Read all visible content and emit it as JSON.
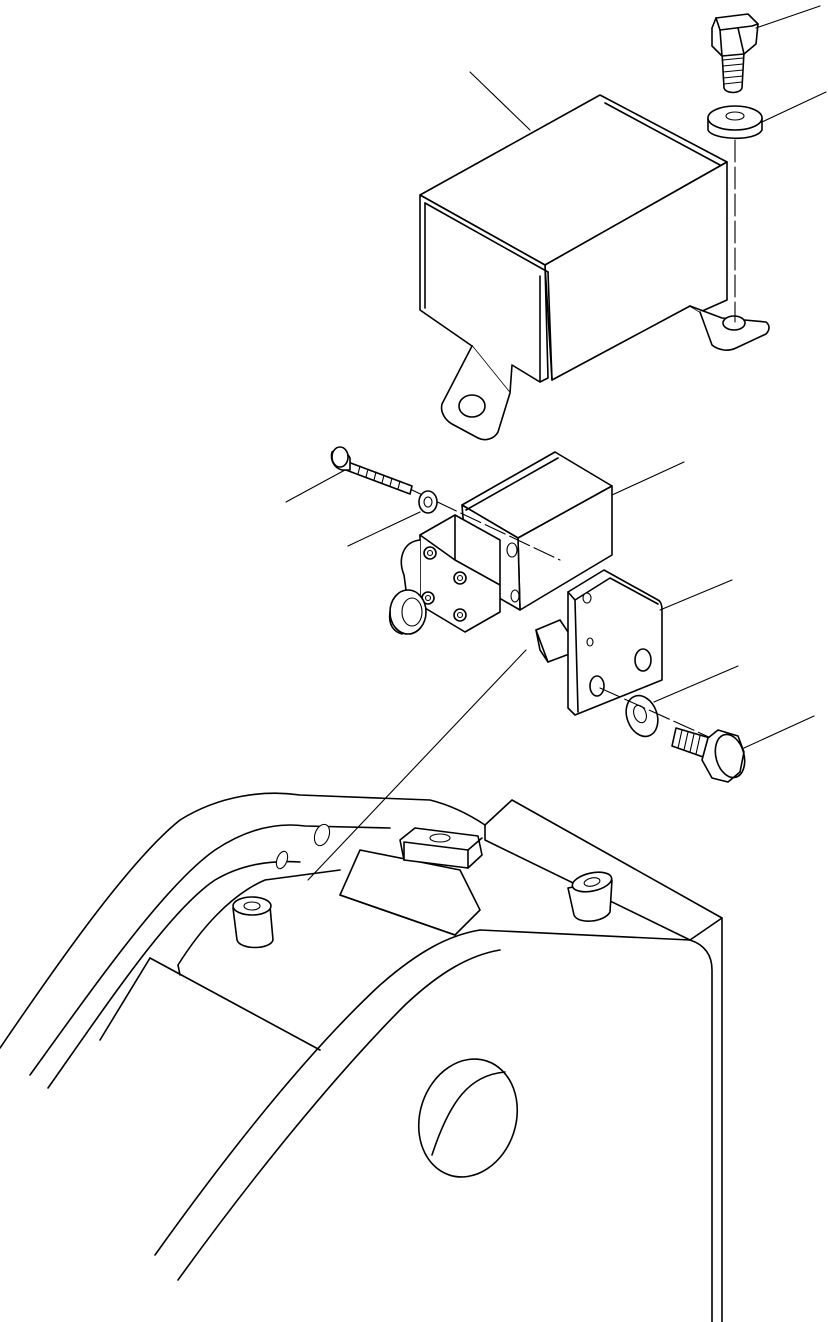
{
  "diagram": {
    "line_color": "#000000",
    "background": "#ffffff",
    "parts": [
      {
        "name": "cover-box"
      },
      {
        "name": "cover-bolt"
      },
      {
        "name": "cover-washer"
      },
      {
        "name": "limit-switch"
      },
      {
        "name": "switch-screw"
      },
      {
        "name": "switch-washer"
      },
      {
        "name": "mounting-bracket"
      },
      {
        "name": "bracket-washer"
      },
      {
        "name": "bracket-bolt"
      },
      {
        "name": "frame-structure"
      }
    ]
  }
}
